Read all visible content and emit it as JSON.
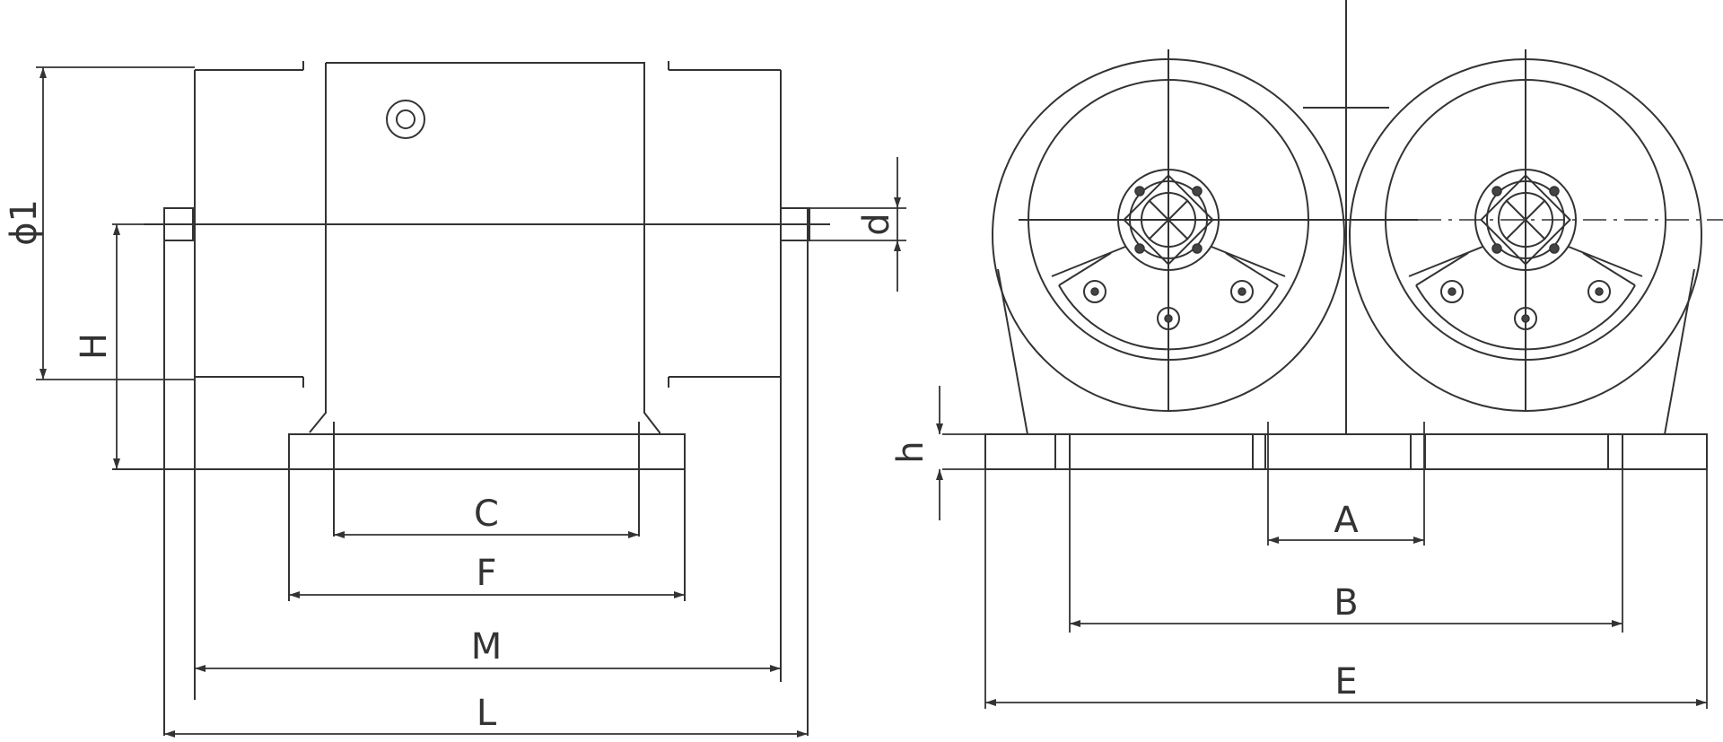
{
  "labels": {
    "phi1": "ϕ1",
    "H": "H",
    "d": "d",
    "C": "C",
    "F": "F",
    "M": "M",
    "L": "L",
    "h": "h",
    "A": "A",
    "B": "B",
    "E": "E"
  }
}
